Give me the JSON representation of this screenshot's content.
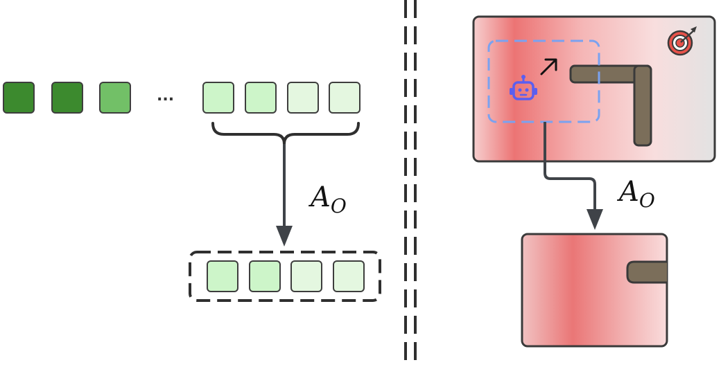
{
  "colors": {
    "token_dark": "#3c8a2e",
    "token_mid": "#72c067",
    "token_light": "#cdf5c9",
    "token_lighter": "#e4f7e0",
    "stroke": "#3a3a3a",
    "arrow": "#3f4348",
    "wall": "#7b6e5a",
    "focus_box": "#7aa2f0",
    "robot": "#5b5ef0",
    "target_red": "#e8524a"
  },
  "left_panel": {
    "ellipsis": "...",
    "label_main": "A",
    "label_sub": "O"
  },
  "right_panel": {
    "label_main": "A",
    "label_sub": "O",
    "icons": [
      "robot-icon",
      "target-icon",
      "arrow-icon"
    ]
  }
}
